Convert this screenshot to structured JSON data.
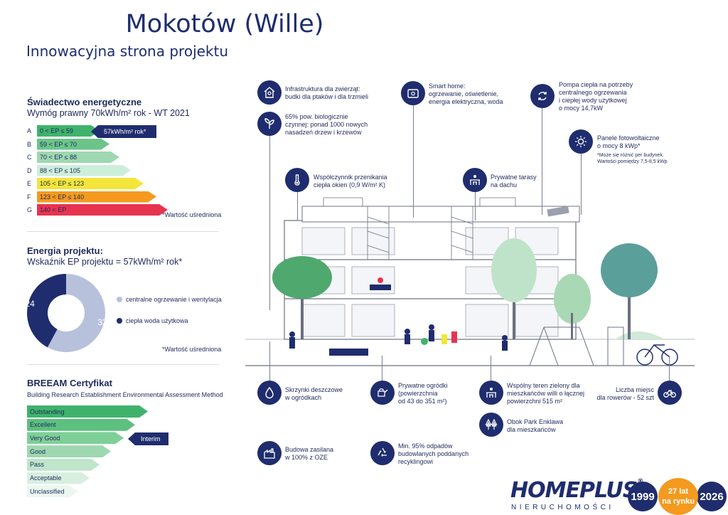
{
  "header": {
    "title": "Mokotów (Wille)",
    "subtitle": "Innowacyjna strona projektu"
  },
  "energy_certificate": {
    "title": "Świadectwo energetyczne",
    "requirement": "Wymóg prawny 70kWh/m² rok - WT 2021",
    "classes": [
      {
        "letter": "A",
        "range": "0  < EP ≤ 59",
        "color": "#3fb36b"
      },
      {
        "letter": "B",
        "range": "59  < EP ≤ 70",
        "color": "#6cc48a"
      },
      {
        "letter": "C",
        "range": "70  < EP ≤ 88",
        "color": "#9ed8b0"
      },
      {
        "letter": "D",
        "range": "88  < EP ≤ 105",
        "color": "#cdeedb"
      },
      {
        "letter": "E",
        "range": "105  < EP ≤ 123",
        "color": "#f3e53a"
      },
      {
        "letter": "F",
        "range": "123  < EP ≤ 140",
        "color": "#f39a1f"
      },
      {
        "letter": "G",
        "range": "140  < EP",
        "color": "#e8334f"
      }
    ],
    "marker": "57kWh/m² rok*",
    "footnote": "*Wartość uśredniona"
  },
  "project_energy": {
    "title": "Energia projektu:",
    "indicator": "Wskaźnik EP projektu = 57kWh/m² rok*",
    "chart_data": {
      "type": "pie",
      "donut": true,
      "series": [
        {
          "name": "centralne ogrzewanie i wentylacja",
          "value": 33,
          "color": "#b8c1dc"
        },
        {
          "name": "ciepła woda użytkowa",
          "value": 24,
          "color": "#1f2d6e"
        }
      ]
    },
    "footnote": "*Wartość uśredniona"
  },
  "breeam": {
    "title": "BREEAM Certyfikat",
    "subtitle": "Building Research Establishment Environmental Assessment Method",
    "levels": [
      {
        "label": "Outstanding",
        "color": "#3fb36b"
      },
      {
        "label": "Excellent",
        "color": "#5cc07f"
      },
      {
        "label": "Very Good",
        "color": "#7fcf98"
      },
      {
        "label": "Good",
        "color": "#9ed8b0"
      },
      {
        "label": "Pass",
        "color": "#bfe5cb"
      },
      {
        "label": "Acceptable",
        "color": "#d8efe0"
      },
      {
        "label": "Unclassified",
        "color": "#ebf7ef"
      }
    ],
    "marker": "Interim"
  },
  "features": {
    "animals": "Infrastruktura dla zwierząt:\nbudki dla ptaków i dla trzmieli",
    "biological": "65% pow. biologicznie\nczynnej: ponad 1000 nowych\nnasadzeń drzew i krzewów",
    "smart_home": "Smart home:\nogrzewanie, oświetlenie,\nenergia elektryczna, woda",
    "heat_pump": "Pompa ciepła na potrzeby\ncentralnego ogrzewania\ni ciepłej wody użytkowej\no mocy 14,7kW",
    "solar": "Panele fotowoltaiczne\no mocy 8 kWp*",
    "solar_note": "*Może się różnić per budynek.\nWartości pomiędzy 7,5-8,5 kWp",
    "windows": "Współczynnik przenikania\nciepła okien (0,9 W/m² K)",
    "terraces": "Prywatne tarasy\nna dachu",
    "rain": "Skrzynki deszczowe\nw ogródkach",
    "gardens": "Prywatne ogródki\n(powierzchnia\nod 43 do 351 m²)",
    "green_area": "Wspólny teren zielony dla\nmieszkańców willi o łącznej\npowierzchni 515 m²",
    "bikes": "Liczba miejsc\ndla rowerów - 52 szt",
    "park": "Obok Park Enklawa\ndla mieszkańców",
    "power": "Budowa zasilana\nw 100% z OZE",
    "waste": "Min. 95% odpadów\nbudowlanych poddanych\nrecyklingowi"
  },
  "brand": {
    "name_home": "HOME",
    "name_plus": "PLUS",
    "registered": "®",
    "tagline": "NIERUCHOMOŚCI",
    "year_start": "1999",
    "years_top": "27 lat",
    "years_bottom": "na rynku",
    "year_end": "2026"
  },
  "colors": {
    "navy": "#1f2d6e",
    "accent_orange": "#f39a1f",
    "light_donut": "#b8c1dc"
  }
}
